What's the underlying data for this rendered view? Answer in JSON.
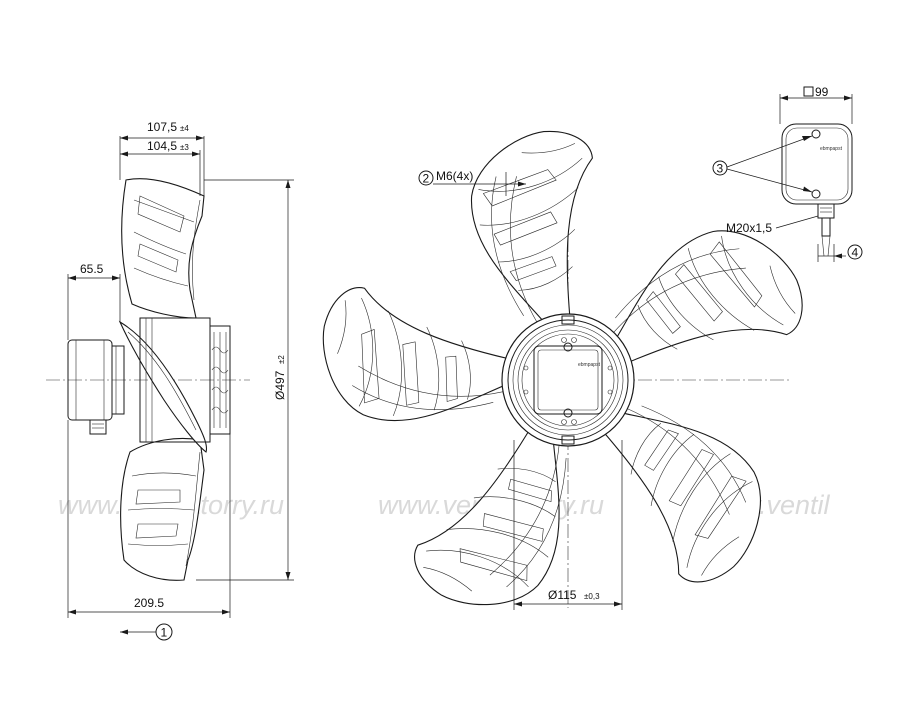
{
  "watermark": {
    "segments": [
      "www.ventilatorry.ru",
      "www.ventilatorry.ru",
      "www.ventil"
    ]
  },
  "side_view": {
    "dim_total_depth": "107,5",
    "dim_total_depth_tol": "±4",
    "dim_blade_depth": "104,5",
    "dim_blade_depth_tol": "±3",
    "dim_motor_depth": "65.5",
    "dim_overall_width": "209.5",
    "dim_diameter": "Ø497",
    "dim_diameter_tol": "±2",
    "callout_1": "1"
  },
  "front_view": {
    "callout_2": "2",
    "thread_label": "M6(4x)",
    "dim_hub_diameter": "Ø115",
    "dim_hub_diameter_tol": "±0,3",
    "brand_mark": "ebmpapst"
  },
  "terminal_box": {
    "dim_box_size": "99",
    "callout_3": "3",
    "cable_gland": "M20x1,5",
    "callout_4": "4",
    "brand_mark": "ebmpapst"
  }
}
